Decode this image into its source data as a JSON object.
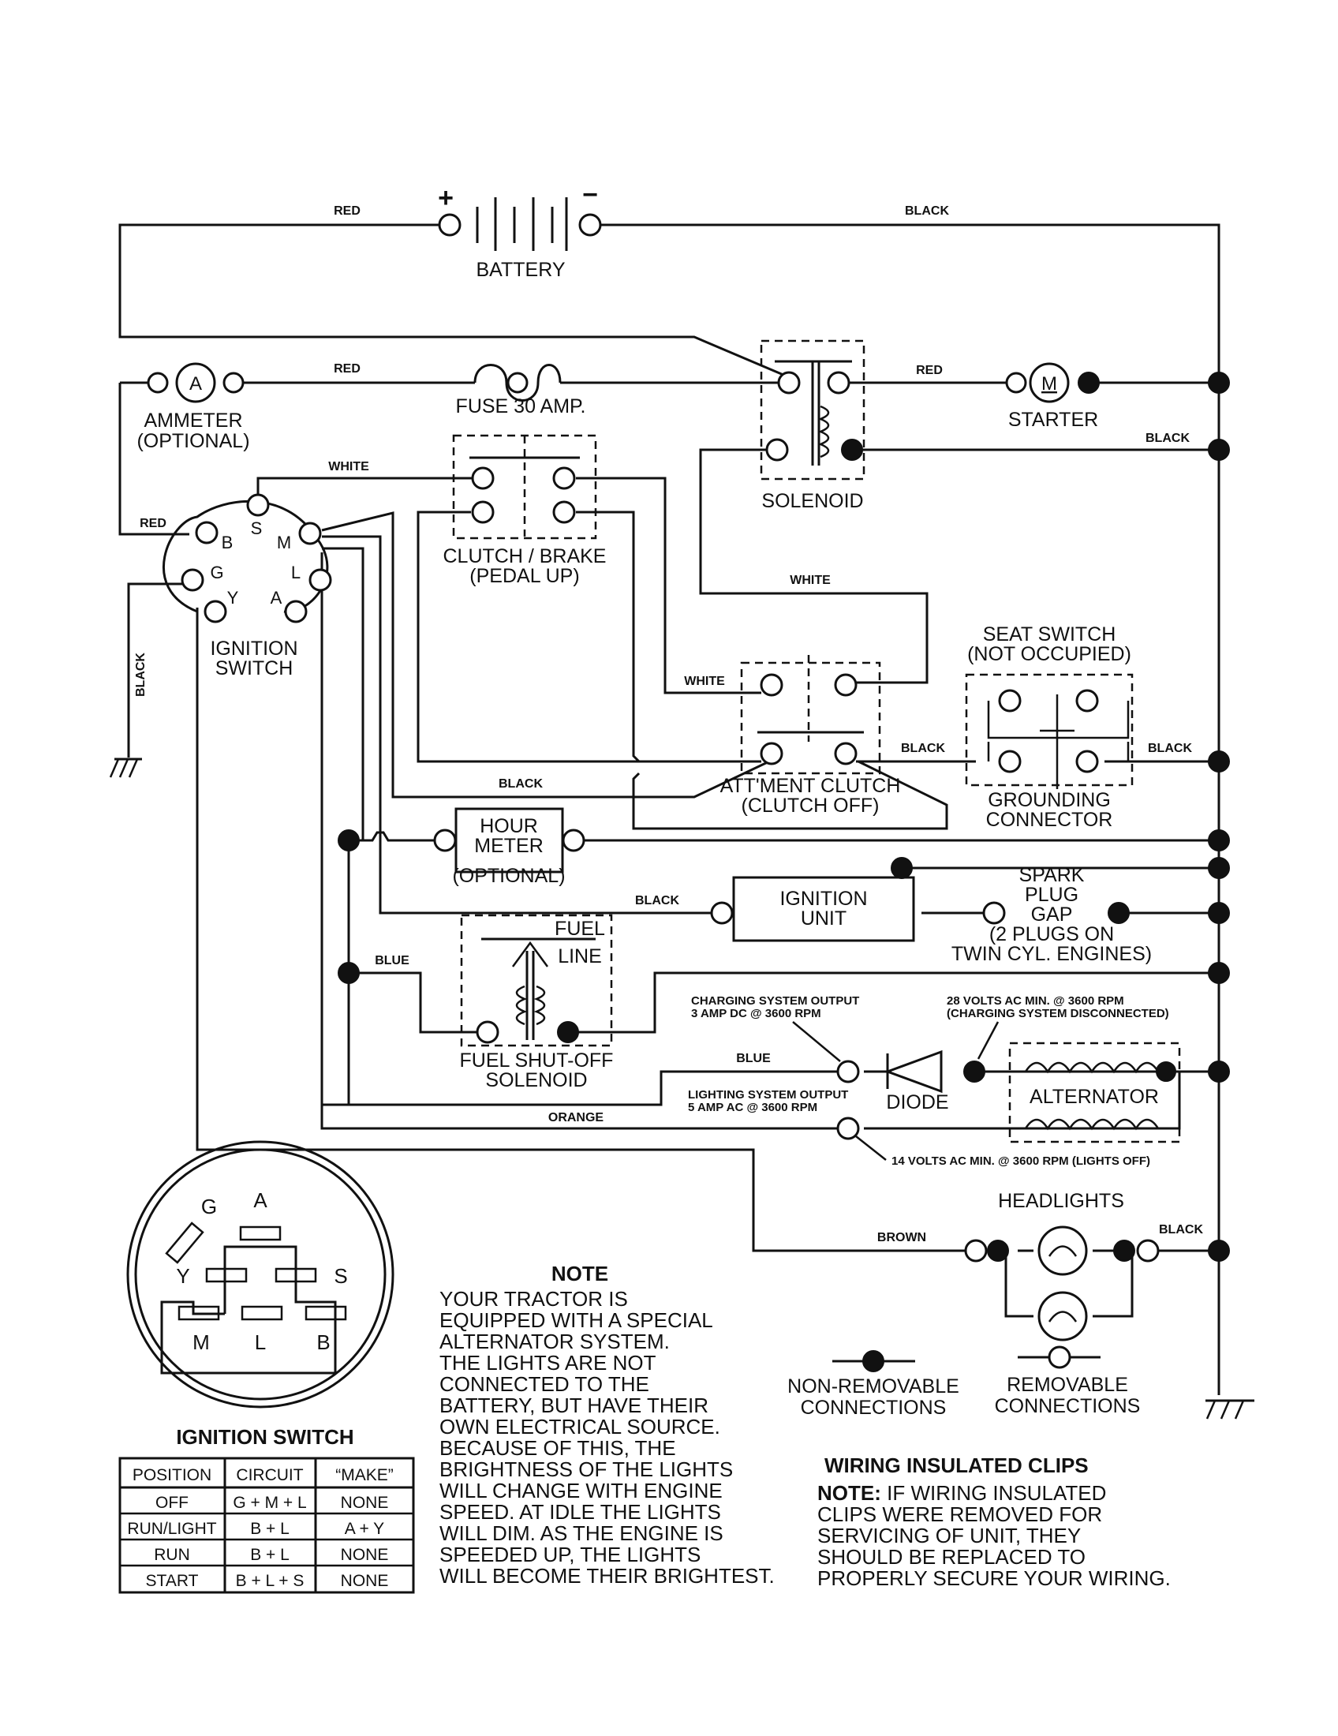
{
  "battery": {
    "label": "BATTERY",
    "plus": "+",
    "minus": "−"
  },
  "components": {
    "ammeter": {
      "symbol": "A",
      "line1": "AMMETER",
      "line2": "(OPTIONAL)"
    },
    "fuse": "FUSE 30 AMP.",
    "solenoid": "SOLENOID",
    "starter": {
      "symbol": "M",
      "label": "STARTER"
    },
    "clutch_brake": {
      "line1": "CLUTCH / BRAKE",
      "line2": "(PEDAL UP)"
    },
    "ignition_switch": {
      "line1": "IGNITION",
      "line2": "SWITCH",
      "pins": [
        "S",
        "B",
        "M",
        "G",
        "L",
        "Y",
        "A"
      ]
    },
    "seat_switch": {
      "line1": "SEAT SWITCH",
      "line2": "(NOT OCCUPIED)"
    },
    "grounding": {
      "line1": "GROUNDING",
      "line2": "CONNECTOR"
    },
    "attment_clutch": {
      "line1": "ATT'MENT CLUTCH",
      "line2": "(CLUTCH OFF)"
    },
    "hour_meter": {
      "line1": "HOUR",
      "line2": "METER",
      "line3": "(OPTIONAL)"
    },
    "ignition_unit": {
      "line1": "IGNITION",
      "line2": "UNIT"
    },
    "spark_plug": {
      "line1": "SPARK",
      "line2": "PLUG",
      "line3": "GAP",
      "line4": "(2 PLUGS ON",
      "line5": "TWIN CYL. ENGINES)"
    },
    "fuel_solenoid": {
      "fuel": "FUEL",
      "line": "LINE",
      "line1": "FUEL SHUT-OFF",
      "line2": "SOLENOID"
    },
    "charging_output": {
      "line1": "CHARGING SYSTEM OUTPUT",
      "line2": "3 AMP DC @ 3600 RPM"
    },
    "volts28": {
      "line1": "28 VOLTS AC MIN. @ 3600 RPM",
      "line2": "(CHARGING SYSTEM DISCONNECTED)"
    },
    "lighting_output": {
      "line1": "LIGHTING SYSTEM OUTPUT",
      "line2": "5 AMP AC @ 3600 RPM"
    },
    "volts14": "14 VOLTS AC MIN. @ 3600 RPM (LIGHTS OFF)",
    "diode": "DIODE",
    "alternator": "ALTERNATOR",
    "headlights": "HEADLIGHTS"
  },
  "wires": {
    "red_top": "RED",
    "black_top": "BLACK",
    "red_amm": "RED",
    "red_starter": "RED",
    "black_solenoid": "BLACK",
    "white_top": "WHITE",
    "red_left": "RED",
    "white_solenoid": "WHITE",
    "white_att": "WHITE",
    "black_vert": "BLACK",
    "black_seat_l": "BLACK",
    "black_seat_r": "BLACK",
    "black_att": "BLACK",
    "black_ign": "BLACK",
    "blue_fuel": "BLUE",
    "blue_diode": "BLUE",
    "orange": "ORANGE",
    "brown": "BROWN",
    "black_head": "BLACK"
  },
  "switch_face": {
    "pins": [
      "G",
      "A",
      "Y",
      "S",
      "M",
      "L",
      "B"
    ]
  },
  "switch_table": {
    "title": "IGNITION SWITCH",
    "headers": [
      "POSITION",
      "CIRCUIT",
      "“MAKE”"
    ],
    "rows": [
      [
        "OFF",
        "G + M + L",
        "NONE"
      ],
      [
        "RUN/LIGHT",
        "B + L",
        "A + Y"
      ],
      [
        "RUN",
        "B + L",
        "NONE"
      ],
      [
        "START",
        "B + L + S",
        "NONE"
      ]
    ]
  },
  "note": {
    "title": "NOTE",
    "lines": [
      "YOUR TRACTOR IS",
      "EQUIPPED WITH A SPECIAL",
      "ALTERNATOR SYSTEM.",
      "THE LIGHTS ARE NOT",
      "CONNECTED TO THE",
      "BATTERY, BUT HAVE THEIR",
      "OWN ELECTRICAL SOURCE.",
      "BECAUSE OF THIS, THE",
      "BRIGHTNESS OF THE LIGHTS",
      "WILL CHANGE WITH ENGINE",
      "SPEED.  AT IDLE THE LIGHTS",
      "WILL DIM.  AS THE ENGINE IS",
      "SPEEDED UP, THE LIGHTS",
      "WILL BECOME THEIR BRIGHTEST."
    ]
  },
  "legend": {
    "non_removable": {
      "line1": "NON-REMOVABLE",
      "line2": "CONNECTIONS"
    },
    "removable": {
      "line1": "REMOVABLE",
      "line2": "CONNECTIONS"
    }
  },
  "clips": {
    "title": "WIRING INSULATED CLIPS",
    "note_label": "NOTE:",
    "lines": [
      " IF WIRING INSULATED",
      "CLIPS WERE REMOVED FOR",
      "SERVICING OF UNIT, THEY",
      "SHOULD BE REPLACED TO",
      "PROPERLY SECURE YOUR WIRING."
    ]
  }
}
